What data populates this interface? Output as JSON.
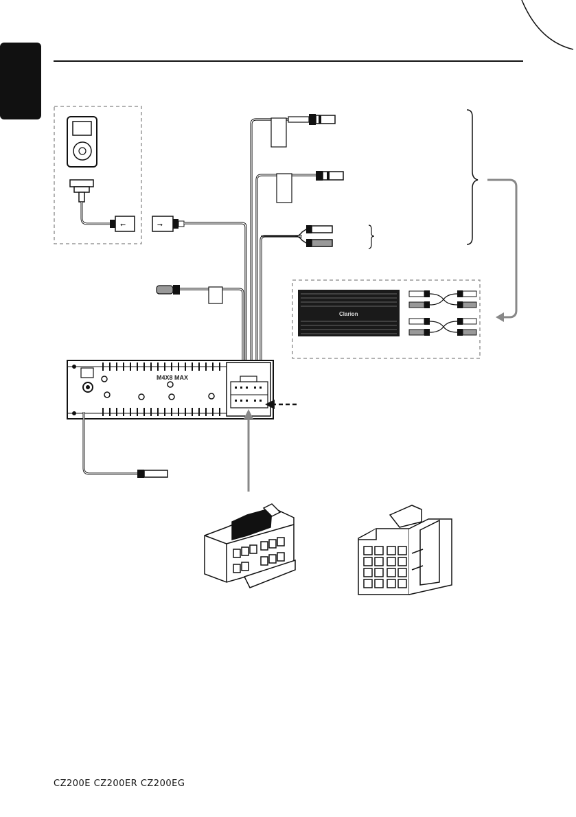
{
  "head_unit": {
    "label": "M4X8  MAX"
  },
  "amplifier": {
    "brand": "Clarion"
  },
  "footer": {
    "models": "CZ200E  CZ200ER CZ200EG"
  },
  "colors": {
    "line": "#111111",
    "connector_arrow": "#888888",
    "dashed_box": "#999999",
    "tab": "#111111"
  }
}
